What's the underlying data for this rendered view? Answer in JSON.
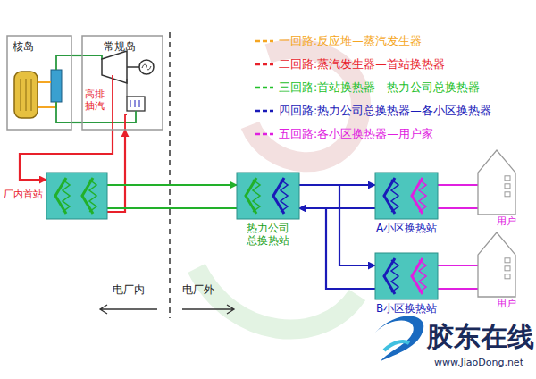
{
  "diagram": {
    "nodes": [
      {
        "text": [
          "核岛"
        ]
      },
      {
        "text": [
          "常规岛"
        ]
      },
      {
        "text": [
          "厂内首站"
        ]
      },
      {
        "text": [
          "热力公司 总换热站"
        ]
      },
      {
        "text": [
          "A小区换热站"
        ]
      },
      {
        "text": [
          "B小区换热站"
        ]
      },
      {
        "text": [
          "用户"
        ]
      },
      {
        "text": [
          "用户"
        ]
      }
    ],
    "edges": [
      {
        "from": 0,
        "to": 1,
        "arrow": "none"
      },
      {
        "from": 0,
        "to": 1,
        "arrow": "none"
      },
      {
        "from": 1,
        "to": 2,
        "arrow": "to"
      },
      {
        "from": 2,
        "to": 1,
        "arrow": "to"
      },
      {
        "from": 2,
        "to": 3,
        "arrow": "to"
      },
      {
        "from": 3,
        "to": 2,
        "arrow": "to"
      },
      {
        "from": 3,
        "to": 4,
        "arrow": "to"
      },
      {
        "from": 3,
        "to": 5,
        "arrow": "to"
      },
      {
        "from": 4,
        "to": 3,
        "arrow": "to"
      },
      {
        "from": 5,
        "to": 3,
        "arrow": "to"
      },
      {
        "from": 4,
        "to": 6,
        "arrow": "none"
      },
      {
        "from": 6,
        "to": 4,
        "arrow": "none"
      },
      {
        "from": 5,
        "to": 7,
        "arrow": "none"
      },
      {
        "from": 7,
        "to": 5,
        "arrow": "none"
      }
    ],
    "labels": [
      "高排抽汽",
      "电厂内",
      "电厂外",
      "胶东在线",
      "www.JiaoDong.net"
    ],
    "legend": [
      {
        "text": "一回路:反应堆—蒸汽发生器",
        "color": "#f5a623"
      },
      {
        "text": "二回路:蒸汽发生器—首站换热器",
        "color": "#e8202a"
      },
      {
        "text": "三回路:首站换热器—热力公司总换热器",
        "color": "#22c02a"
      },
      {
        "text": "四回路:热力公司总换热器—各小区换热器",
        "color": "#1a1ab8"
      },
      {
        "text": "五回路:各小区换热器—用户家",
        "color": "#e020e0"
      }
    ]
  }
}
